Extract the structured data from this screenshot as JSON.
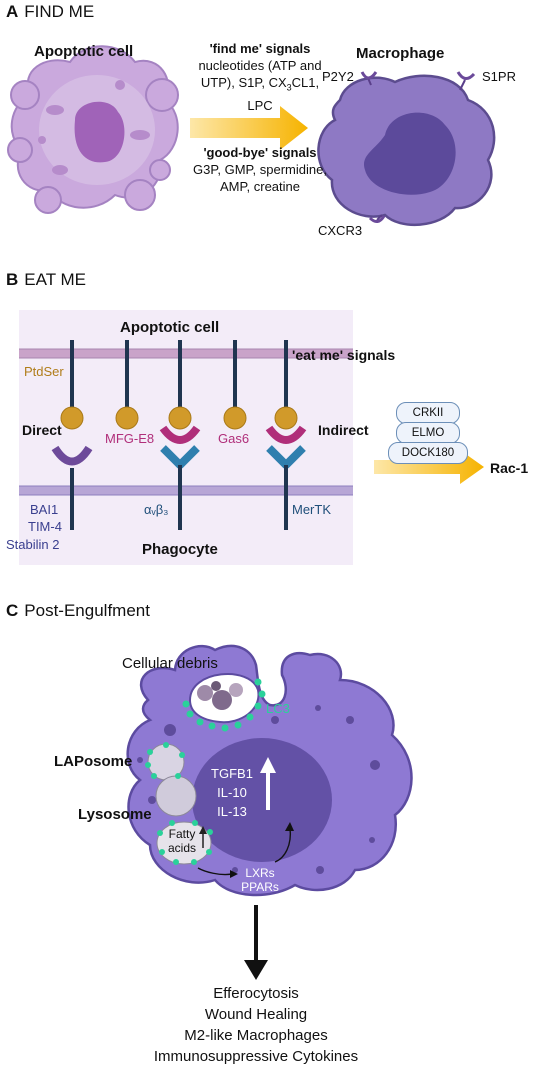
{
  "panel_a": {
    "letter": "A",
    "title": "FIND ME",
    "apoptotic_cell_label": "Apoptotic cell",
    "macrophage_label": "Macrophage",
    "find_me_heading": "'find me' signals",
    "find_me_lines": [
      "nucleotides (ATP and",
      "UTP), S1P, CX",
      "3",
      "CL1,",
      "LPC"
    ],
    "good_bye_heading": "'good-bye' signals",
    "good_bye_lines": [
      "G3P, GMP, spermidine,",
      "AMP, creatine"
    ],
    "receptor_p2y2": "P2Y2",
    "receptor_s1pr": "S1PR",
    "receptor_cxcr3": "CXCR3"
  },
  "panel_b": {
    "letter": "B",
    "title": "EAT ME",
    "apoptotic_cell_label": "Apoptotic cell",
    "ptdser_label": "PtdSer",
    "eat_me_label": "'eat me' signals",
    "direct_label": "Direct",
    "indirect_label": "Indirect",
    "mfge8_label": "MFG-E8",
    "gas6_label": "Gas6",
    "bai1_label": "BAI1",
    "tim4_label": "TIM-4",
    "stabilin_label": "Stabilin 2",
    "integrin_label": "αᵥβ₃",
    "mertk_label": "MerTK",
    "phagocyte_label": "Phagocyte",
    "crkii_label": "CRKII",
    "elmo_label": "ELMO",
    "dock180_label": "DOCK180",
    "rac1_label": "Rac-1"
  },
  "panel_c": {
    "letter": "C",
    "title": "Post-Engulfment",
    "cellular_debris_label": "Cellular debris",
    "lc3_label": "LC3",
    "laposome_label": "LAPosome",
    "lysosome_label": "Lysosome",
    "fatty_acids_line1": "Fatty",
    "fatty_acids_line2": "acids",
    "cytokines": [
      "TGFB1",
      "IL-10",
      "IL-13"
    ],
    "lxrs_label": "LXRs",
    "ppars_label": "PPARs",
    "outcomes": [
      "Efferocytosis",
      "Wound Healing",
      "M2-like Macrophages",
      "Immunosuppressive Cytokines"
    ]
  },
  "colors": {
    "cell_purple": "#b99ad3",
    "macrophage_purple": "#8e79c4",
    "arrow_gold": "#f6b81a",
    "membrane_pink": "#c9a3c9",
    "panel_bg": "#f3ecf8",
    "lc3_green": "#2ad19a"
  }
}
